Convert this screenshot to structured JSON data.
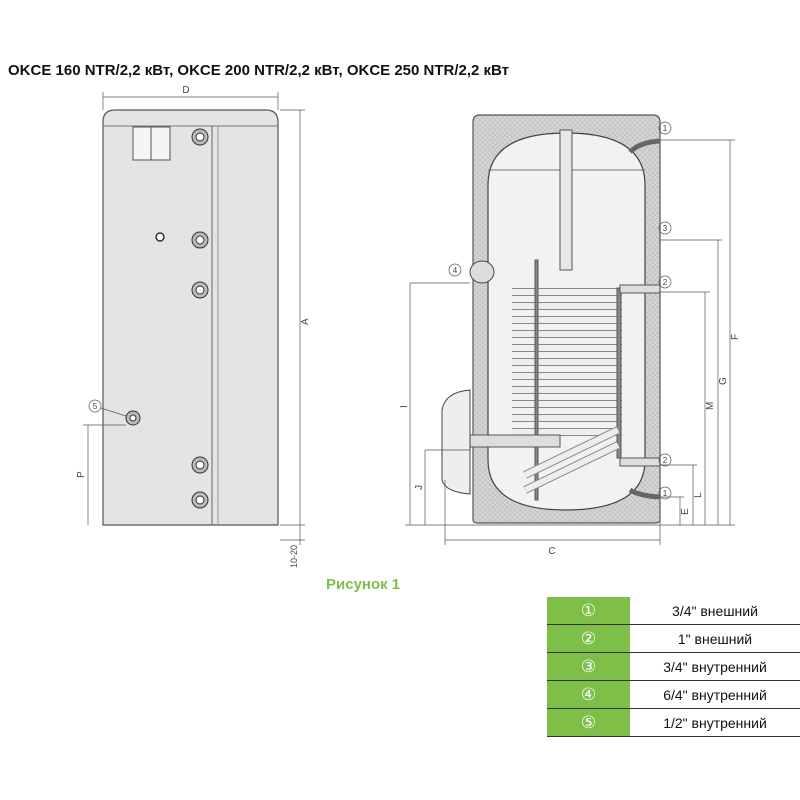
{
  "title": "OKCE 160 NTR/2,2 кВт, OKCE 200 NTR/2,2 кВт, OKCE 250 NTR/2,2 кВт",
  "caption": "Рисунок 1",
  "front_view": {
    "dims": {
      "D": "D",
      "A": "A",
      "P": "P",
      "feet": "10-20"
    },
    "marker": "5"
  },
  "section_view": {
    "markers": [
      "1",
      "3",
      "2",
      "4",
      "2",
      "1"
    ],
    "dims": {
      "F": "F",
      "G": "G",
      "M": "M",
      "L": "L",
      "E": "E",
      "I": "I",
      "J": "J",
      "C": "C"
    }
  },
  "connections": [
    {
      "num": "①",
      "desc": "3/4\" внешний"
    },
    {
      "num": "②",
      "desc": "1\" внешний"
    },
    {
      "num": "③",
      "desc": "3/4\" внутренний"
    },
    {
      "num": "④",
      "desc": "6/4\" внутренний"
    },
    {
      "num": "⑤",
      "desc": "1/2\" внутренний"
    }
  ],
  "colors": {
    "accent": "#7dbf47"
  }
}
